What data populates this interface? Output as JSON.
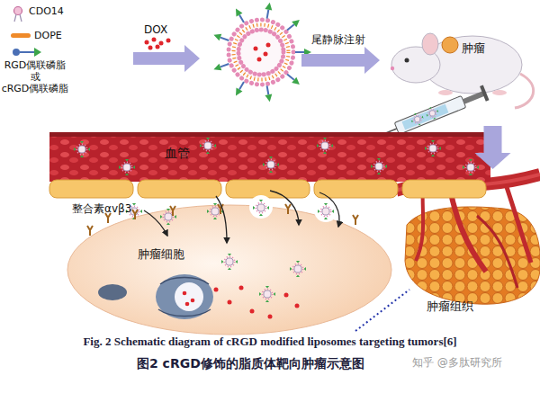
{
  "diagram": {
    "caption": "Fig. 2 Schematic diagram of cRGD modified liposomes targeting tumors[6]",
    "nodes": [
      {
        "text": [
          "血管"
        ]
      },
      {
        "text": [
          "肿瘤细胞"
        ]
      },
      {
        "text": [
          "肿瘤组织"
        ]
      },
      {
        "text": [
          "肿瘤"
        ]
      }
    ],
    "edges": [
      {
        "from": 3,
        "to": 2,
        "arrow": "to"
      }
    ],
    "labels": [
      "DOX",
      "尾静脉注射",
      "整合素αvβ3",
      "图2 cRGD修饰的脂质体靶向肿瘤示意图",
      "知乎 @多肽研究所"
    ],
    "legend": [
      {
        "text": "CDO14"
      },
      {
        "text": "DOPE"
      },
      {
        "text": "RGD偶联磷脂 或 cRGD偶联磷脂"
      }
    ]
  }
}
